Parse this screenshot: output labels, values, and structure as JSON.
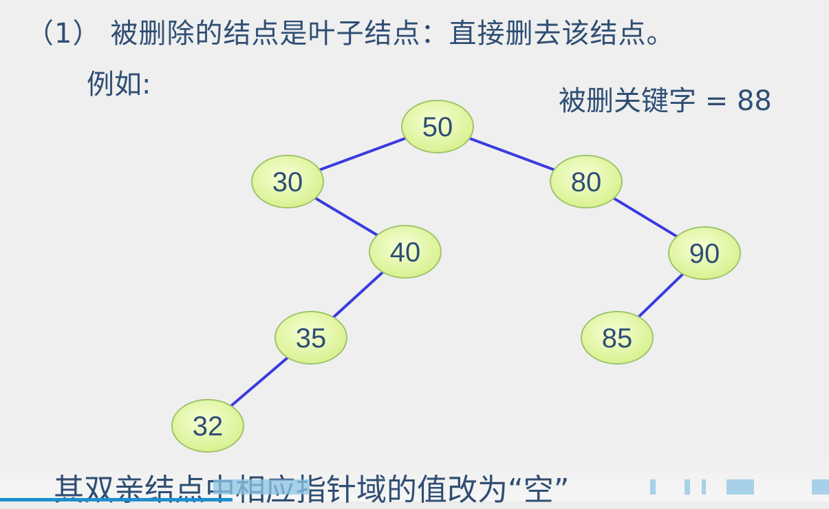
{
  "heading": {
    "number": "（1）",
    "text": "被删除的结点是叶子结点：直接删去该结点。"
  },
  "example_label": "例如:",
  "deleted_key_label": "被删关键字 = 88",
  "tree": {
    "nodes": [
      {
        "id": "n50",
        "label": "50"
      },
      {
        "id": "n30",
        "label": "30"
      },
      {
        "id": "n80",
        "label": "80"
      },
      {
        "id": "n40",
        "label": "40"
      },
      {
        "id": "n90",
        "label": "90"
      },
      {
        "id": "n35",
        "label": "35"
      },
      {
        "id": "n85",
        "label": "85"
      },
      {
        "id": "n32",
        "label": "32"
      }
    ],
    "edges": [
      [
        "n50",
        "n30"
      ],
      [
        "n50",
        "n80"
      ],
      [
        "n30",
        "n40"
      ],
      [
        "n80",
        "n90"
      ],
      [
        "n40",
        "n35"
      ],
      [
        "n90",
        "n85"
      ],
      [
        "n35",
        "n32"
      ]
    ],
    "colors": {
      "node_fill": "#e8f7b0",
      "node_stroke": "#9fc46a",
      "edge": "#3a3ae0",
      "text": "#2f4e73"
    }
  },
  "bottom_text": "其双亲结点中相应指针域的值改为“空”"
}
